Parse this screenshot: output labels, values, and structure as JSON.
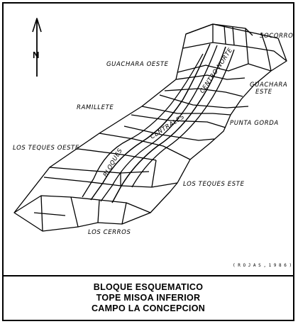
{
  "north_label": "N",
  "regions": {
    "socorro": "SOCORRO",
    "guachara_oeste": "GUACHARA OESTE",
    "centro_norte": "CENTRO NORTE",
    "guachara_este_1": "GUACHARA",
    "guachara_este_2": "ESTE",
    "ramillete": "RAMILLETE",
    "punta_gorda": "PUNTA GORDA",
    "centrales": "CENTRALES",
    "los_teques_oeste": "LOS TEQUES OESTE",
    "bloques": "BLOQUES",
    "los_teques_este": "LOS TEQUES ESTE",
    "los_cerros": "LOS CERROS"
  },
  "credit": "( R O J A S ,   1 9 8 6 )",
  "caption": {
    "line1": "BLOQUE ESQUEMATICO",
    "line2": "TOPE MISOA INFERIOR",
    "line3": "CAMPO LA CONCEPCION"
  }
}
